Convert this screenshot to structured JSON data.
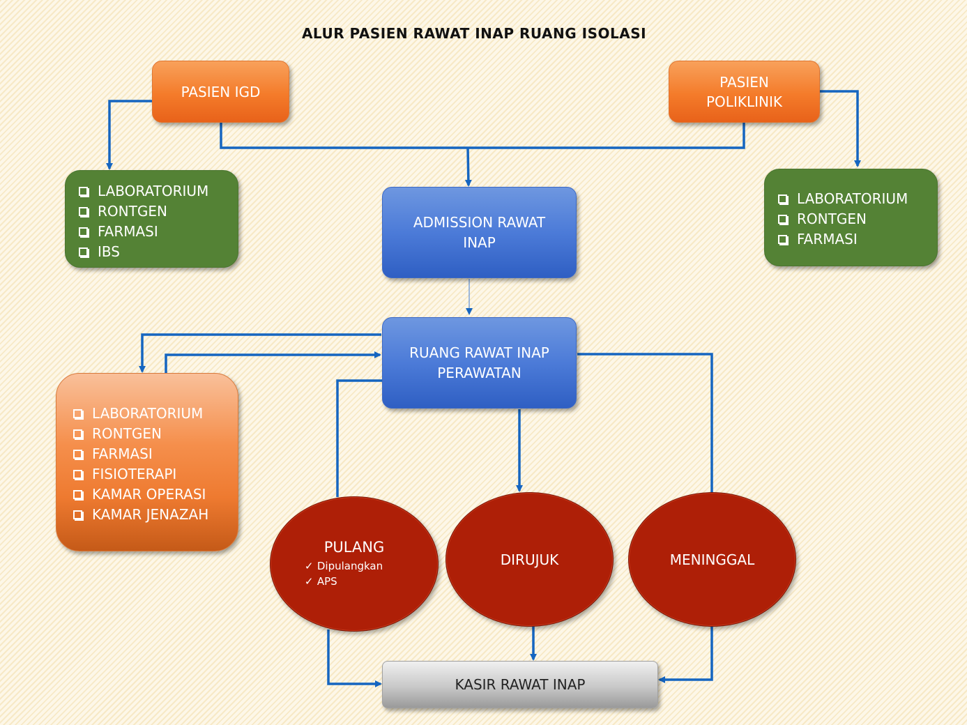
{
  "title": "ALUR PASIEN RAWAT INAP RUANG ISOLASI",
  "colors": {
    "connector": "#1565c0",
    "orange": "#f47b2a",
    "blue": "#4472c4",
    "green": "#548235",
    "red": "#ae1f07",
    "gray": "#bfbfbf"
  },
  "nodes": {
    "pasien_igd": "PASIEN IGD",
    "pasien_poliklinik": "PASIEN POLIKLINIK",
    "admission": "ADMISSION RAWAT INAP",
    "ruang_rawat": "RUANG RAWAT INAP PERAWATAN",
    "pulang": "PULANG",
    "pulang_options": [
      "Dipulangkan",
      "APS"
    ],
    "dirujuk": "DIRUJUK",
    "meninggal": "MENINGGAL",
    "kasir": "KASIR RAWAT INAP"
  },
  "lists": {
    "igd_services": [
      "LABORATORIUM",
      "RONTGEN",
      "FARMASI",
      "IBS"
    ],
    "poli_services": [
      "LABORATORIUM",
      "RONTGEN",
      "FARMASI"
    ],
    "ward_services": [
      "LABORATORIUM",
      "RONTGEN",
      "FARMASI",
      "FISIOTERAPI",
      "KAMAR OPERASI",
      "KAMAR JENAZAH"
    ]
  }
}
